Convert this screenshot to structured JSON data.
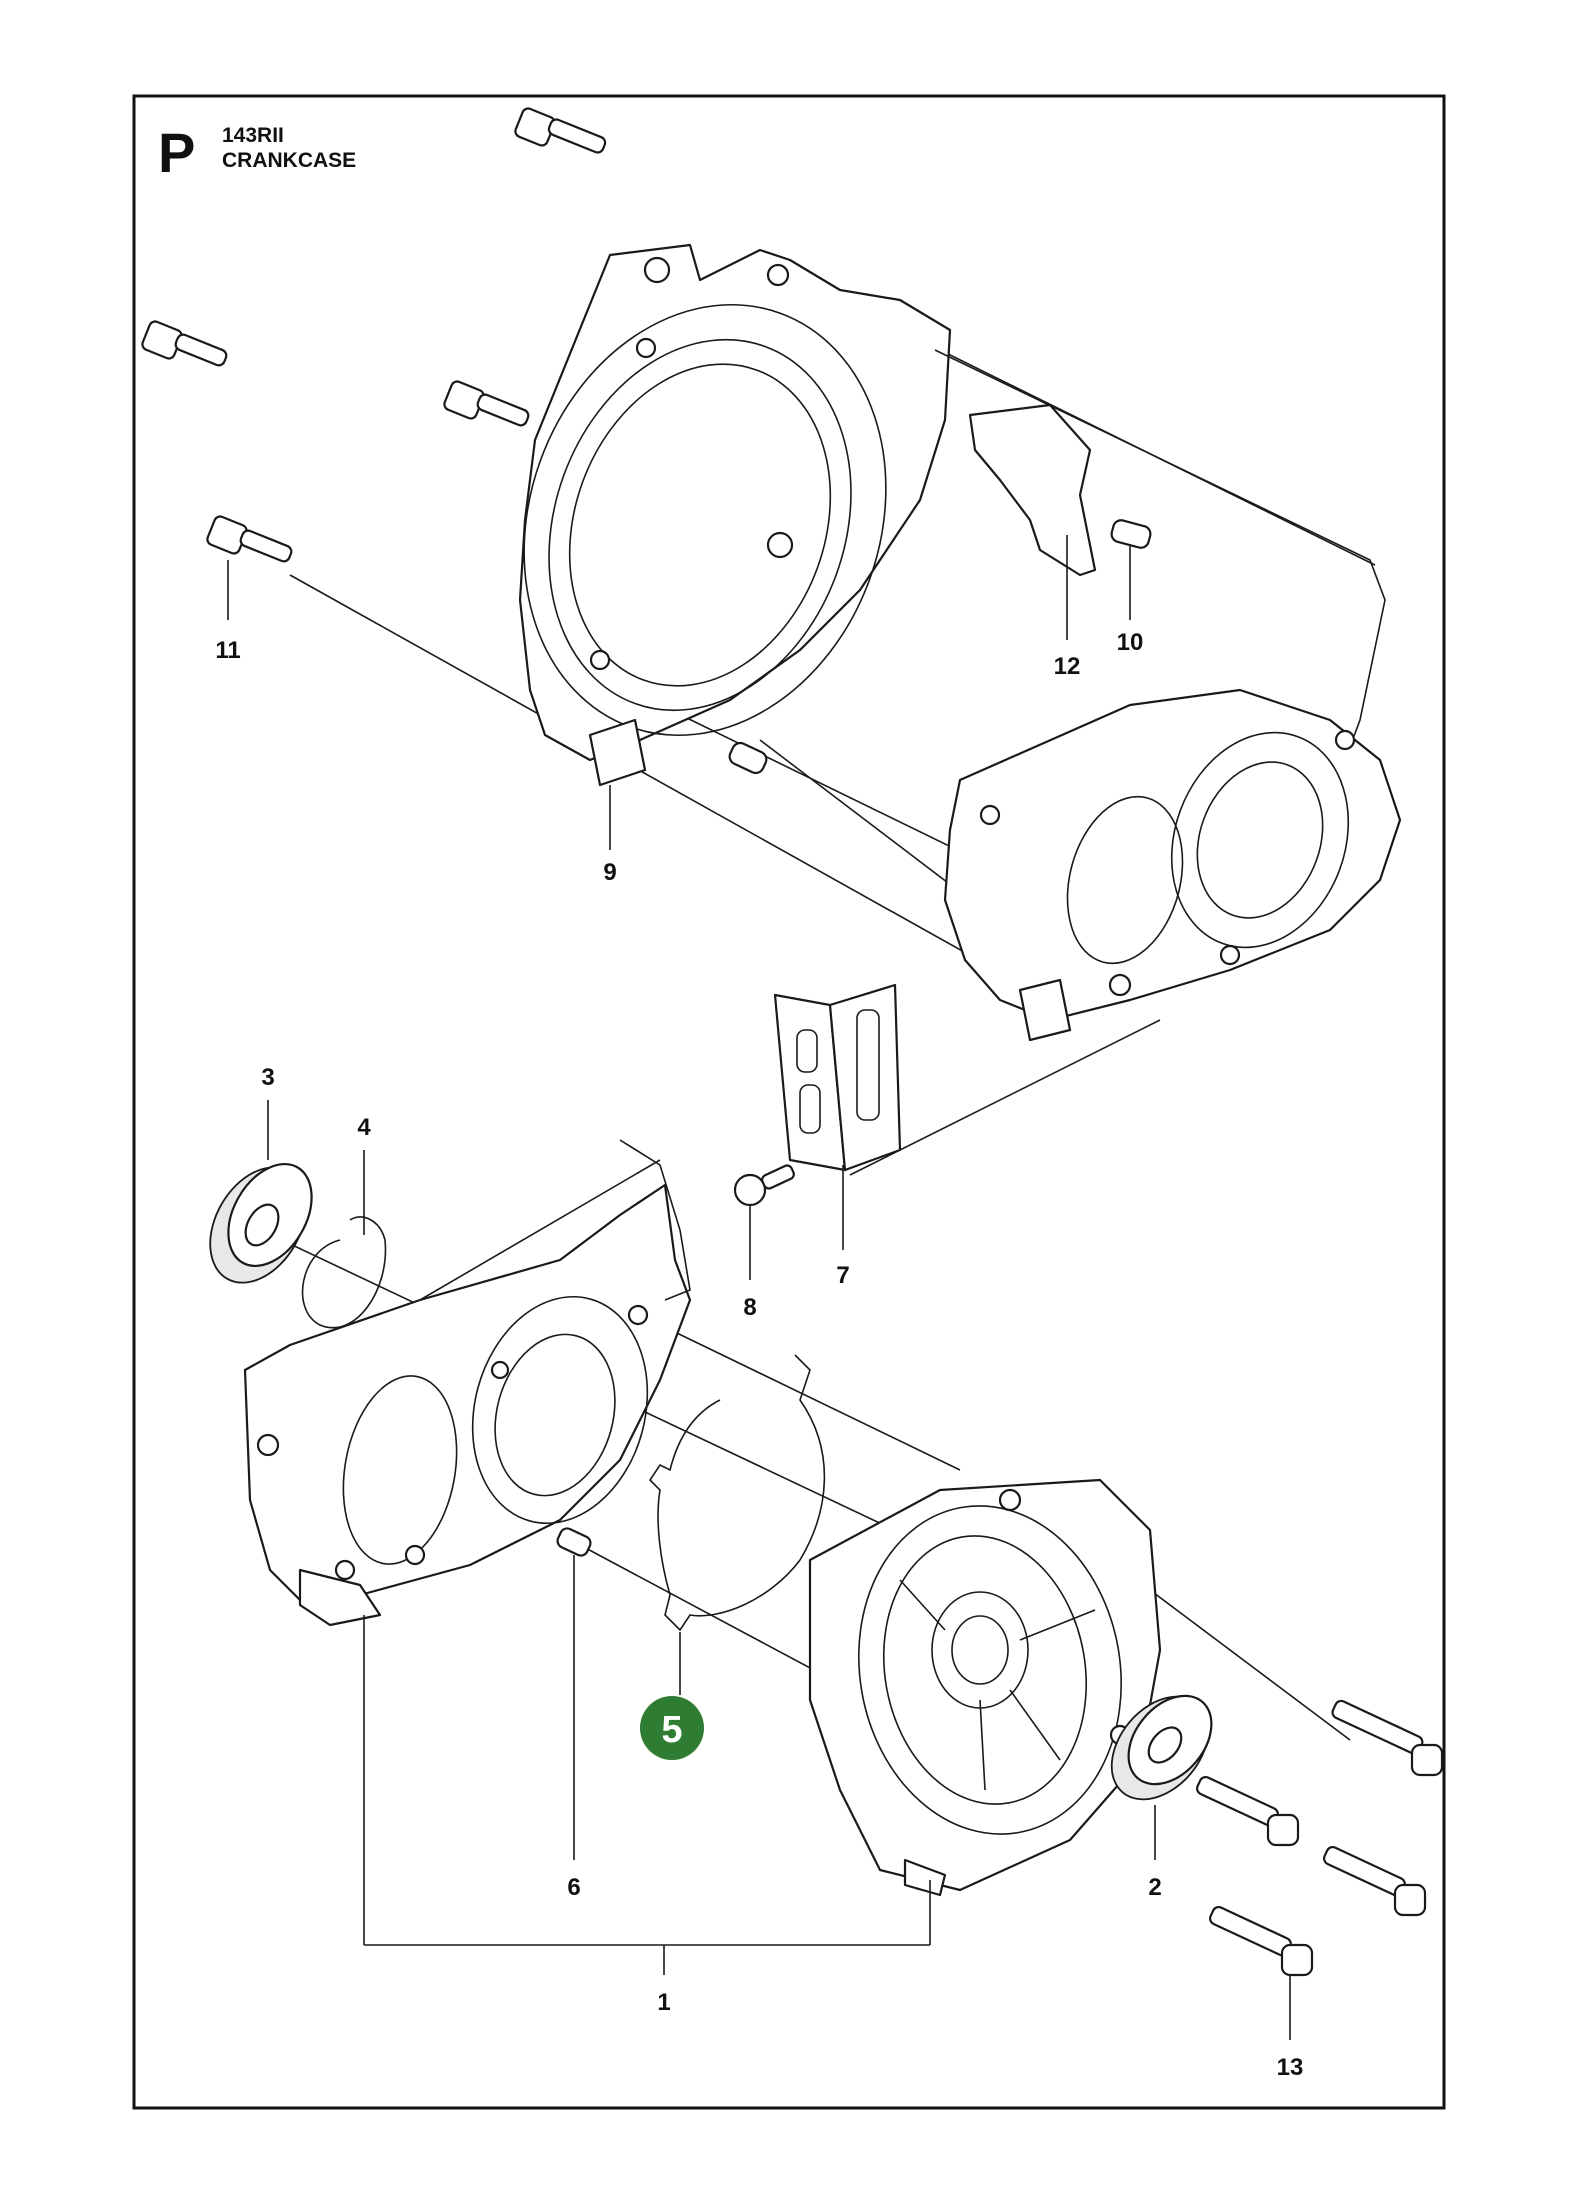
{
  "page_letter": "P",
  "model": "143RII",
  "section_title": "CRANKCASE",
  "highlight_color": "#2e7d32",
  "callouts": [
    {
      "id": "c1",
      "label": "1"
    },
    {
      "id": "c2",
      "label": "2"
    },
    {
      "id": "c3",
      "label": "3"
    },
    {
      "id": "c4",
      "label": "4"
    },
    {
      "id": "c5",
      "label": "5",
      "highlighted": true
    },
    {
      "id": "c6",
      "label": "6"
    },
    {
      "id": "c7",
      "label": "7"
    },
    {
      "id": "c8",
      "label": "8"
    },
    {
      "id": "c9",
      "label": "9"
    },
    {
      "id": "c10",
      "label": "10"
    },
    {
      "id": "c11",
      "label": "11"
    },
    {
      "id": "c12",
      "label": "12"
    },
    {
      "id": "c13",
      "label": "13"
    }
  ]
}
